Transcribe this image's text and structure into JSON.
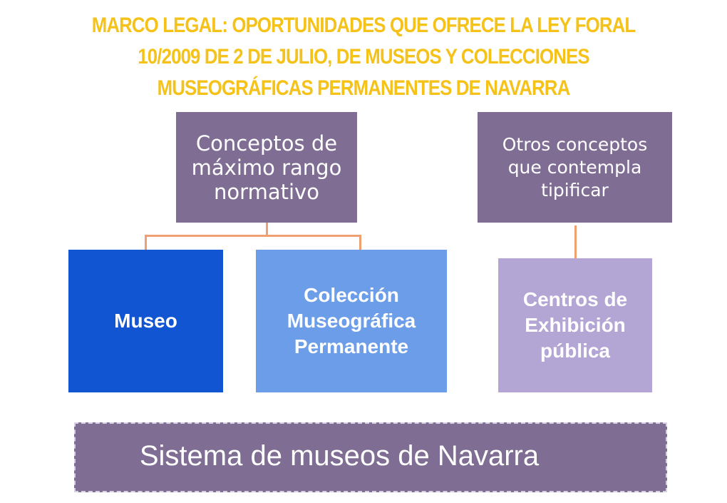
{
  "title": "Marco legal: oportunidades que ofrece la Ley Foral 10/2009 de 2 de julio, de museos y colecciones museográficas permanentes de Navarra",
  "left_group": {
    "header": "Conceptos de máximo rango normativo",
    "children": [
      "Museo",
      "Colección Museográfica Permanente"
    ]
  },
  "right_group": {
    "header": "Otros conceptos que contempla tipificar",
    "children": [
      "Centros de Exhibición pública"
    ]
  },
  "footer": "Sistema de museos de Navarra",
  "colors": {
    "title": "#f5c219",
    "header_box": "#7f6d94",
    "museo": "#1155d2",
    "coleccion": "#6b9de8",
    "centros": "#b3a6d5",
    "connector": "#f0a070"
  }
}
